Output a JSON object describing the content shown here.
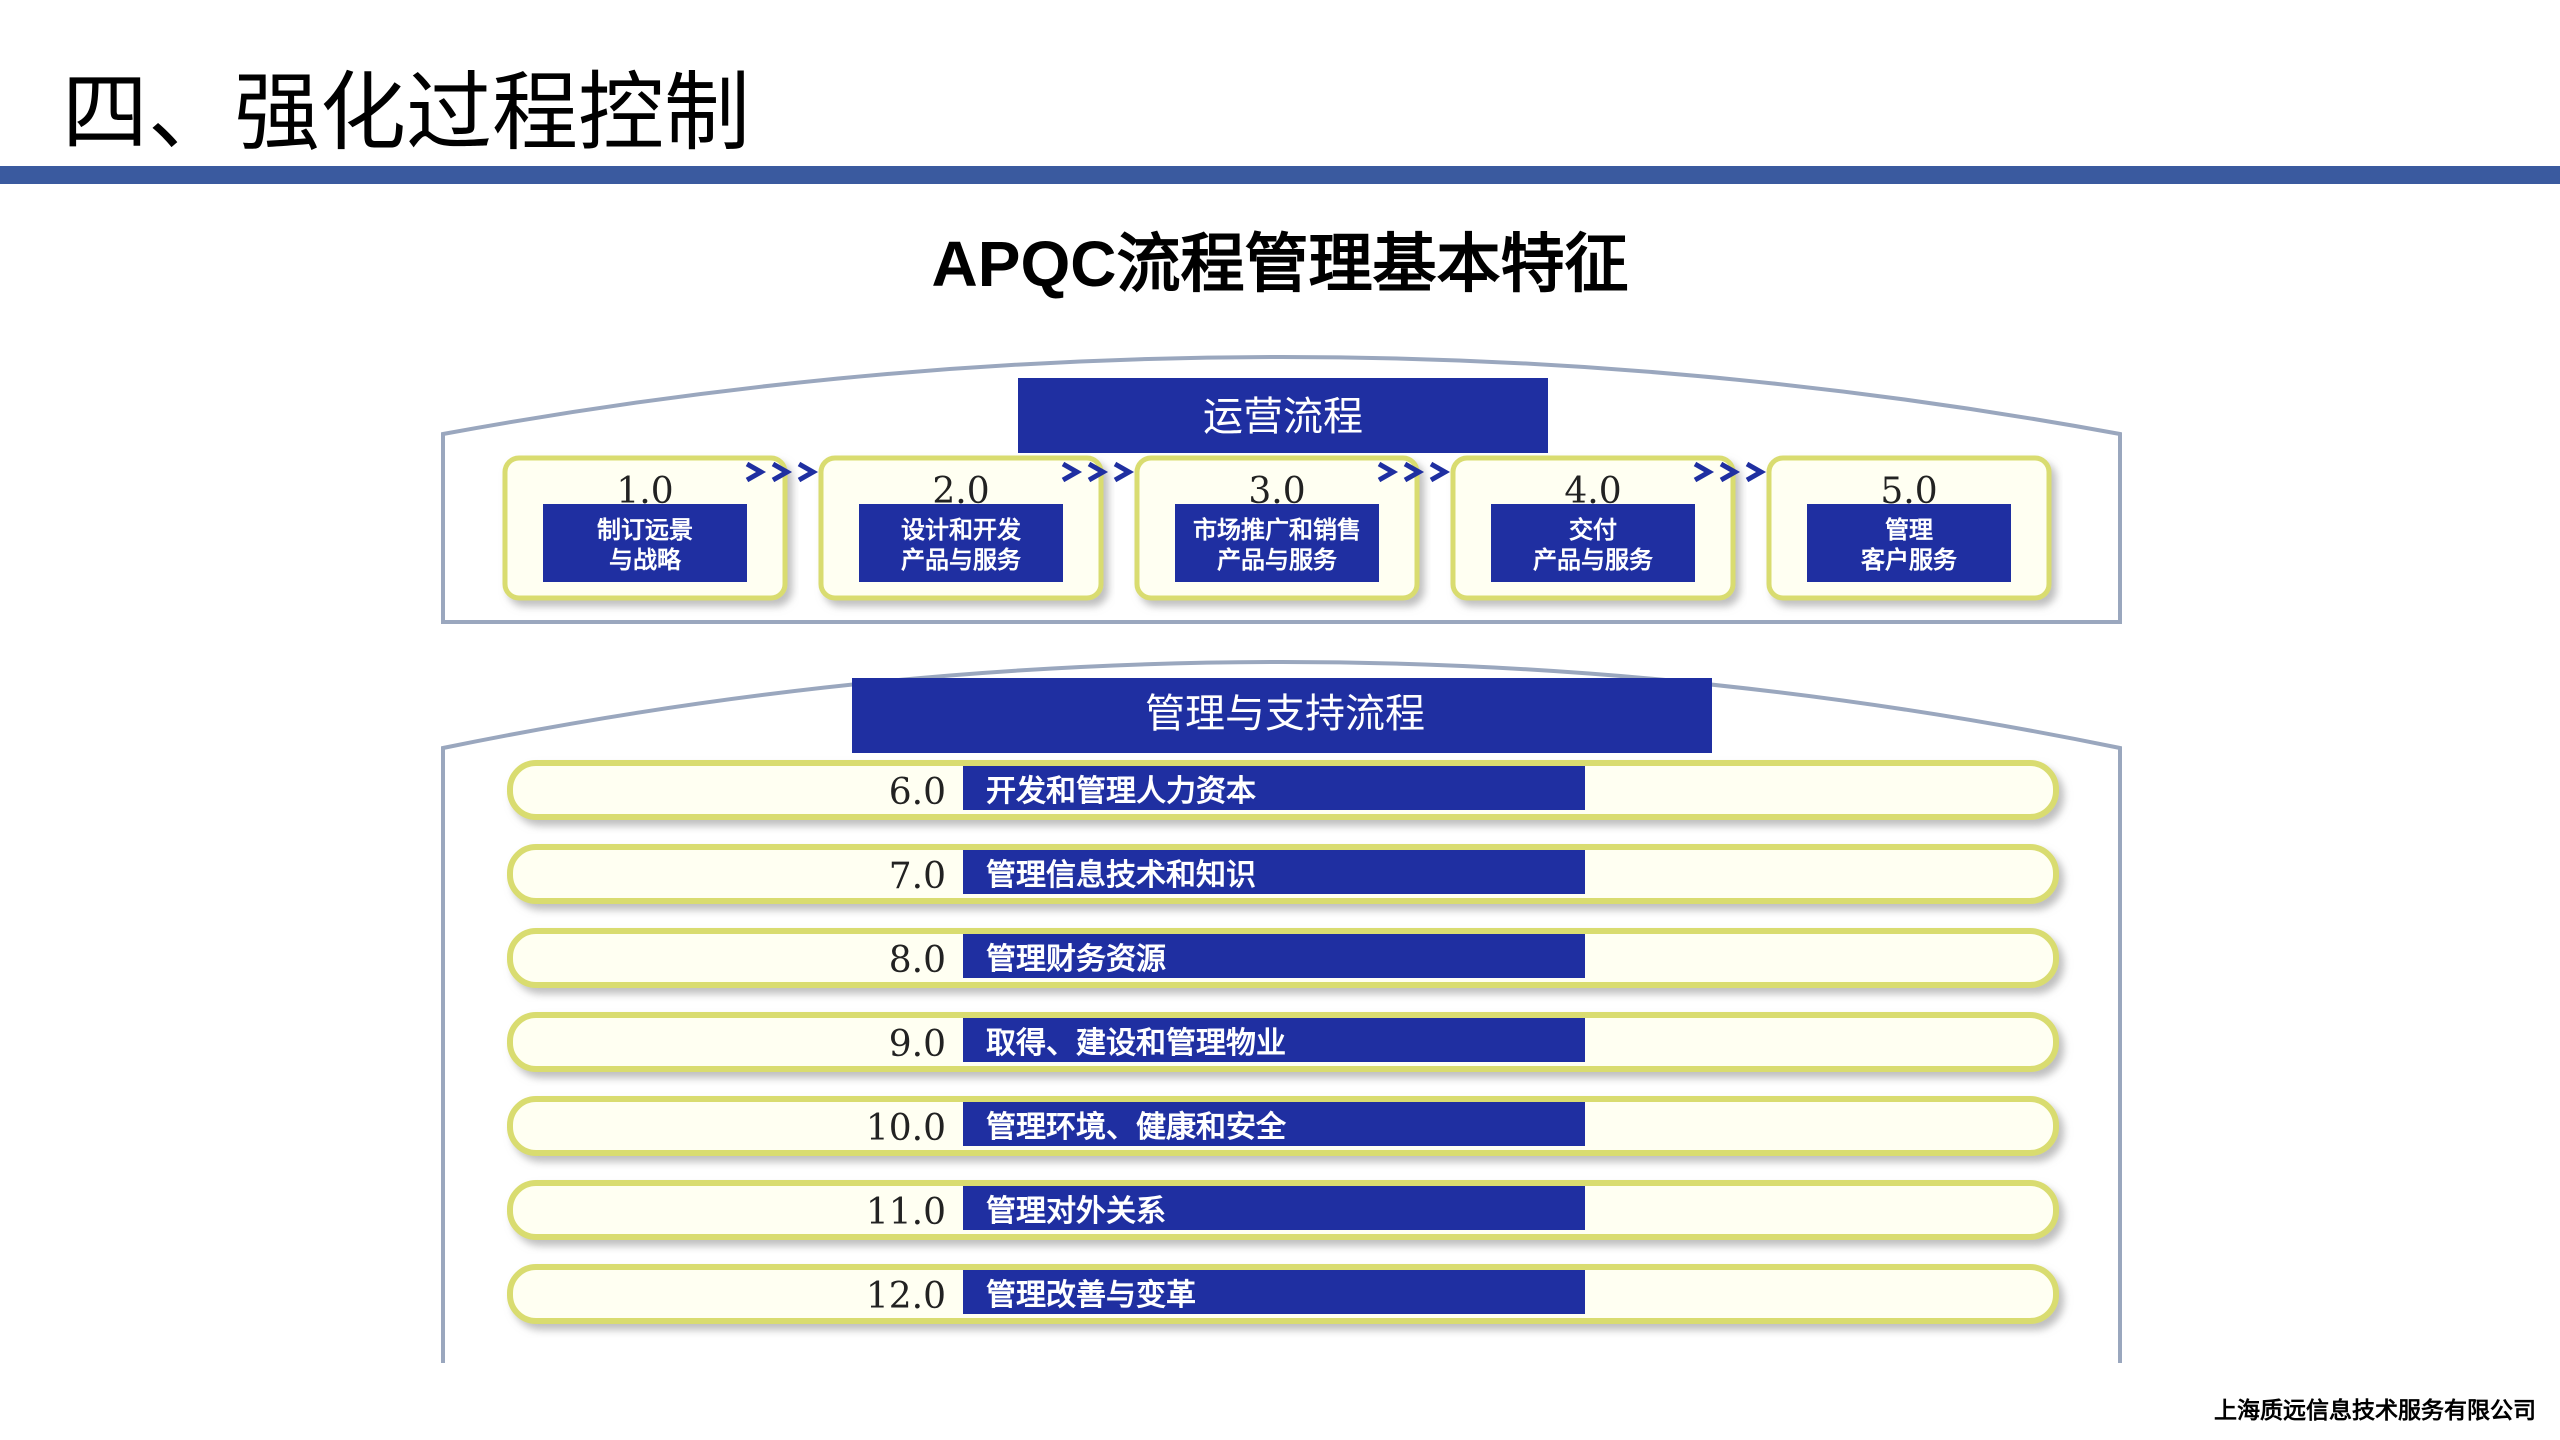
{
  "slide": {
    "title": "四、强化过程控制",
    "subtitle": "APQC流程管理基本特征",
    "footer": "上海质远信息技术服务有限公司"
  },
  "operating": {
    "header": "运营流程",
    "items": [
      {
        "number": "1.0",
        "lines": [
          "制订远景",
          "与战略"
        ]
      },
      {
        "number": "2.0",
        "lines": [
          "设计和开发",
          "产品与服务"
        ]
      },
      {
        "number": "3.0",
        "lines": [
          "市场推广和销售",
          "产品与服务"
        ]
      },
      {
        "number": "4.0",
        "lines": [
          "交付",
          "产品与服务"
        ]
      },
      {
        "number": "5.0",
        "lines": [
          "管理",
          "客户服务"
        ]
      }
    ]
  },
  "support": {
    "header": "管理与支持流程",
    "items": [
      {
        "number": "6.0",
        "label": "开发和管理人力资本"
      },
      {
        "number": "7.0",
        "label": "管理信息技术和知识"
      },
      {
        "number": "8.0",
        "label": "管理财务资源"
      },
      {
        "number": "9.0",
        "label": "取得、建设和管理物业"
      },
      {
        "number": "10.0",
        "label": "管理环境、健康和安全"
      },
      {
        "number": "11.0",
        "label": "管理对外关系"
      },
      {
        "number": "12.0",
        "label": "管理改善与变革"
      }
    ]
  },
  "colors": {
    "navy": "#1f2fa1",
    "frame": "#9aa7be",
    "pill_border": "#d9dc6f",
    "pill_fill": "#fffff2",
    "rule": "#3a5a9f"
  }
}
